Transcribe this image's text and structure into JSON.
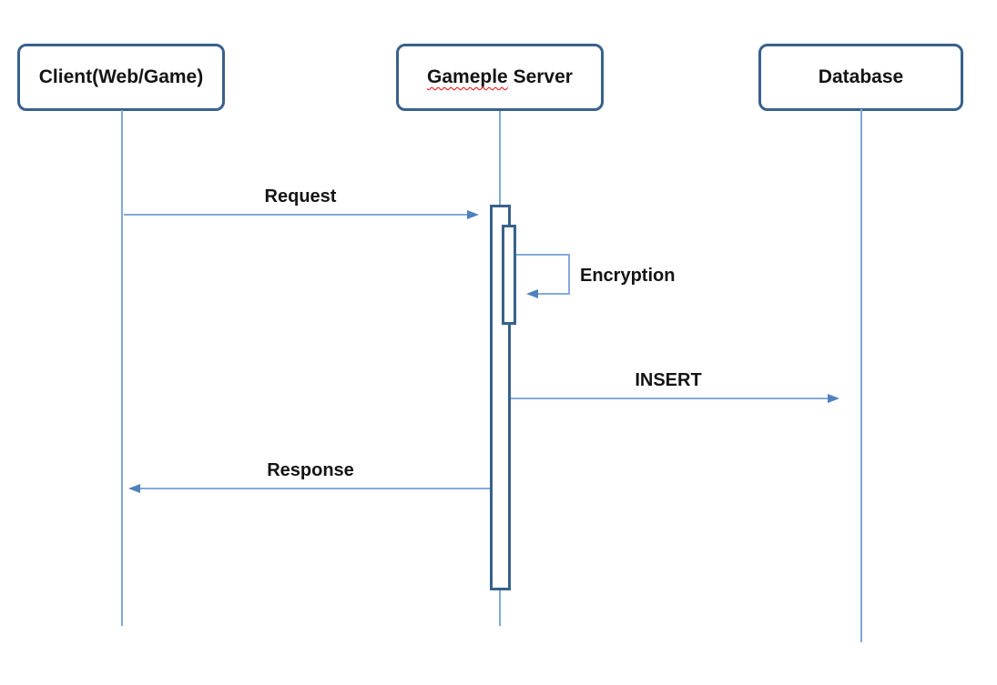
{
  "diagram": {
    "kind": "sequence-diagram",
    "background_color": "#ffffff",
    "colors": {
      "actor_border": "#38618C",
      "activation_border": "#38618C",
      "lifeline": "#7FA8D6",
      "message_line": "#84ABDB",
      "arrowhead": "#4E81BD",
      "label_text": "#141414",
      "spellcheck_squiggle": "#ff0000"
    },
    "actors": [
      {
        "label": "Client(Web/Game)"
      },
      {
        "label_word1": "Gameple",
        "label_word2": "Server",
        "spellcheck_underline": true
      },
      {
        "label": "Database"
      }
    ],
    "messages": [
      {
        "label": "Request",
        "from": "Client(Web/Game)",
        "to": "Gameple Server",
        "direction": "right"
      },
      {
        "label": "Encryption",
        "from": "Gameple Server",
        "to": "Gameple Server",
        "direction": "self"
      },
      {
        "label": "INSERT",
        "from": "Gameple Server",
        "to": "Database",
        "direction": "right"
      },
      {
        "label": "Response",
        "from": "Gameple Server",
        "to": "Client(Web/Game)",
        "direction": "left"
      }
    ]
  }
}
